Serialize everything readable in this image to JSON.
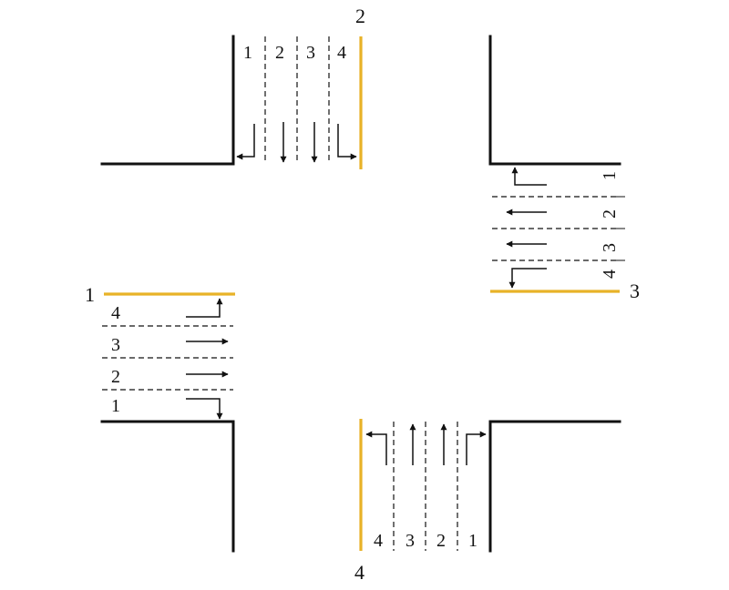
{
  "colors": {
    "curb": "#111111",
    "centerline": "#E8B227",
    "lane": "#111111"
  },
  "approaches": [
    {
      "id": "west",
      "label": "1",
      "lanes": [
        "1",
        "2",
        "3",
        "4"
      ],
      "movements": [
        "right",
        "through",
        "through",
        "left"
      ]
    },
    {
      "id": "north",
      "label": "2",
      "lanes": [
        "1",
        "2",
        "3",
        "4"
      ],
      "movements": [
        "right",
        "through",
        "through",
        "left"
      ]
    },
    {
      "id": "east",
      "label": "3",
      "lanes": [
        "1",
        "2",
        "3",
        "4"
      ],
      "movements": [
        "right",
        "through",
        "through",
        "left"
      ]
    },
    {
      "id": "south",
      "label": "4",
      "lanes": [
        "1",
        "2",
        "3",
        "4"
      ],
      "movements": [
        "right",
        "through",
        "through",
        "left"
      ]
    }
  ]
}
